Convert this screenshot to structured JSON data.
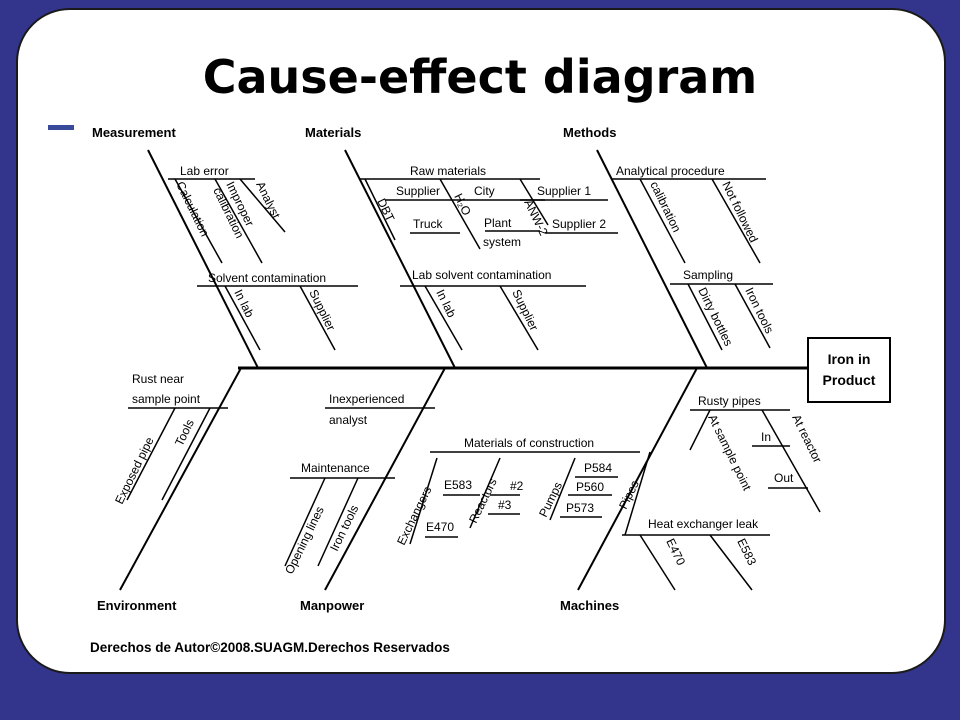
{
  "slide": {
    "title": "Cause-effect diagram",
    "copyright": "Derechos de Autor©2008.SUAGM.Derechos Reservados",
    "colors": {
      "background": "#33358d",
      "card": "#ffffff",
      "accent": "#3a4a9a"
    }
  },
  "fishbone": {
    "effect_lines": [
      "Iron in",
      "Product"
    ],
    "categories": {
      "measurement": "Measurement",
      "materials": "Materials",
      "methods": "Methods",
      "environment": "Environment",
      "manpower": "Manpower",
      "machines": "Machines"
    },
    "causes": {
      "lab_error": "Lab error",
      "calculation": "Calculation",
      "improper": "Improper",
      "calibration": "calibration",
      "analyst": "Analyst",
      "solvent_contamination": "Solvent contamination",
      "in_lab": "In lab",
      "supplier": "Supplier",
      "raw_materials": "Raw materials",
      "dbt": "DBT",
      "h2o": "H₂O",
      "city": "City",
      "truck": "Truck",
      "plant": "Plant",
      "system": "system",
      "supplier_1": "Supplier 1",
      "supplier_2": "Supplier 2",
      "anw_2": "ANW-2",
      "lab_solvent_contamination": "Lab solvent contamination",
      "analytical_procedure": "Analytical procedure",
      "not_followed": "Not followed",
      "sampling": "Sampling",
      "dirty_bottles": "Dirty bottles",
      "iron_tools": "Iron tools",
      "rust_near_1": "Rust near",
      "rust_near_2": "sample point",
      "exposed_pipe": "Exposed pipe",
      "tools": "Tools",
      "inexperienced_1": "Inexperienced",
      "inexperienced_2": "analyst",
      "maintenance": "Maintenance",
      "opening_lines": "Opening lines",
      "materials_of_construction": "Materials of construction",
      "exchangers": "Exchangers",
      "e583": "E583",
      "e470": "E470",
      "reactors": "Reactors",
      "n2": "#2",
      "n3": "#3",
      "pumps": "Pumps",
      "p584": "P584",
      "p560": "P560",
      "p573": "P573",
      "pipes": "Pipes",
      "rusty_pipes": "Rusty pipes",
      "at_sample_point": "At sample point",
      "at_reactor": "At reactor",
      "in": "In",
      "out": "Out",
      "heat_exchanger_leak": "Heat exchanger leak"
    }
  }
}
